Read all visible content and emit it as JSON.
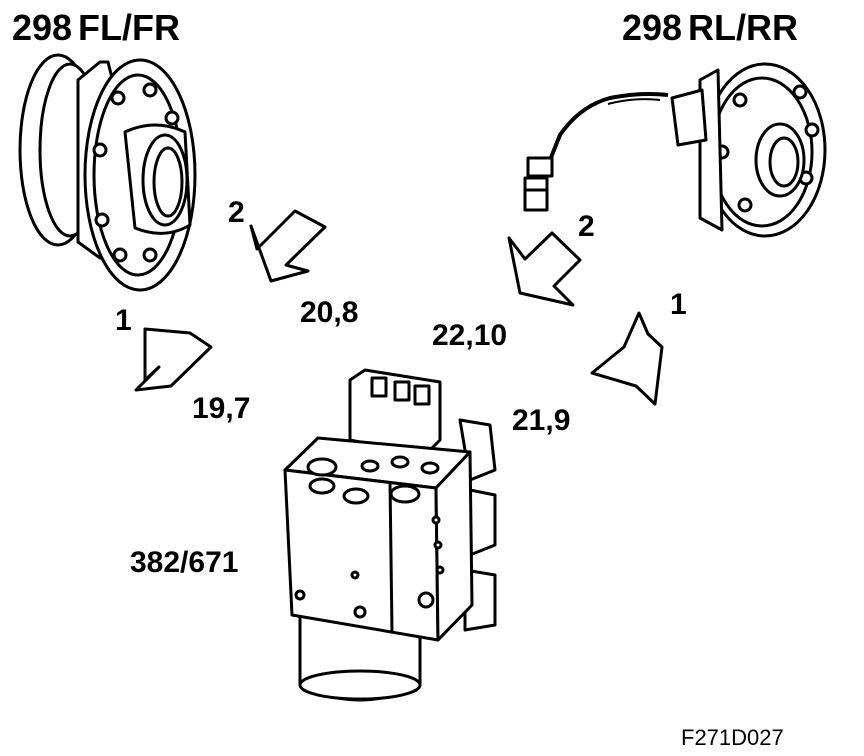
{
  "labels": {
    "front_ref_number": "298",
    "front_ref_suffix": "FL/FR",
    "rear_ref_number": "298",
    "rear_ref_suffix": "RL/RR",
    "front_arrow_2_step": "2",
    "front_arrow_2_torque": "20,8",
    "front_arrow_1_step": "1",
    "front_arrow_1_torque": "19,7",
    "rear_arrow_2_step": "2",
    "rear_arrow_2_torque": "22,10",
    "rear_arrow_1_step": "1",
    "rear_arrow_1_torque": "21,9",
    "abs_unit_ref": "382/671",
    "figure_code": "F271D027"
  },
  "colors": {
    "line": "#000000",
    "fill": "#ffffff",
    "background": "#ffffff"
  }
}
